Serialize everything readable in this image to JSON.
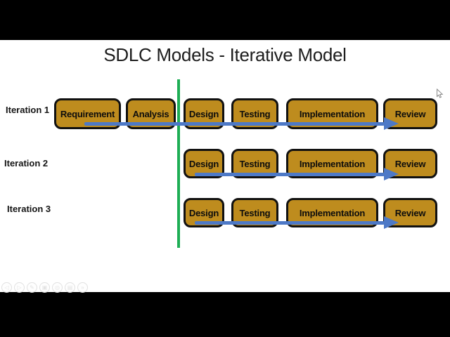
{
  "video": {
    "title": "SDLC Models - Iterative Model"
  },
  "diagram": {
    "iterations": [
      {
        "label": "Iteration 1",
        "steps": [
          "Requirement",
          "Analysis",
          "Design",
          "Testing",
          "Implementation",
          "Review"
        ]
      },
      {
        "label": "Iteration 2",
        "steps": [
          "Design",
          "Testing",
          "Implementation",
          "Review"
        ]
      },
      {
        "label": "Iteration 3",
        "steps": [
          "Design",
          "Testing",
          "Implementation",
          "Review"
        ]
      }
    ],
    "colors": {
      "node_fill": "#BE8C1E",
      "node_border": "#111111",
      "arrow": "#4D79C7",
      "divider_line": "#1EAE55"
    }
  },
  "toolbar": {
    "icons": [
      {
        "name": "back-icon",
        "glyph": "◁"
      },
      {
        "name": "forward-icon",
        "glyph": "▷"
      },
      {
        "name": "pen-icon",
        "glyph": "✎"
      },
      {
        "name": "copy-icon",
        "glyph": "▣"
      },
      {
        "name": "zoom-icon",
        "glyph": "◎"
      },
      {
        "name": "screen-icon",
        "glyph": "▤"
      },
      {
        "name": "more-icon",
        "glyph": "»"
      }
    ]
  }
}
